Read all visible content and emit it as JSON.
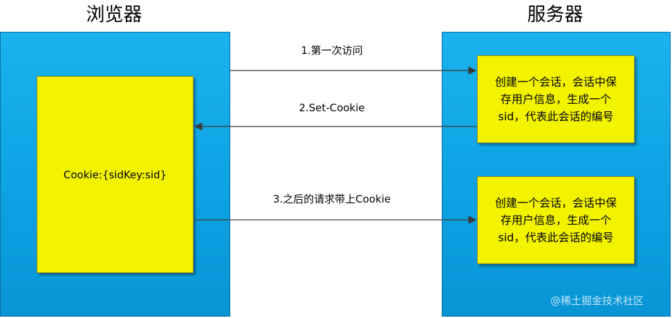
{
  "headings": {
    "browser": "浏览器",
    "server": "服务器"
  },
  "browser": {
    "cookie_text": "Cookie:{sidKey:sid}"
  },
  "server": {
    "session_box_1": {
      "lines": [
        "创建一个会话，会话中保",
        "存用户信息，生成一个",
        "sid，代表此会话的编号"
      ]
    },
    "session_box_2": {
      "lines": [
        "创建一个会话，会话中保",
        "存用户信息，生成一个",
        "sid，代表此会话的编号"
      ]
    }
  },
  "arrows": [
    {
      "label": "1.第一次访问",
      "direction": "to-server"
    },
    {
      "label": "2.Set-Cookie",
      "direction": "to-browser"
    },
    {
      "label": "3.之后的请求带上Cookie",
      "direction": "to-server"
    }
  ],
  "watermark": "@稀土掘金技术社区",
  "colors": {
    "panel": "#0da2e2",
    "note": "#f3f300",
    "arrow": "#3a3a3a"
  }
}
